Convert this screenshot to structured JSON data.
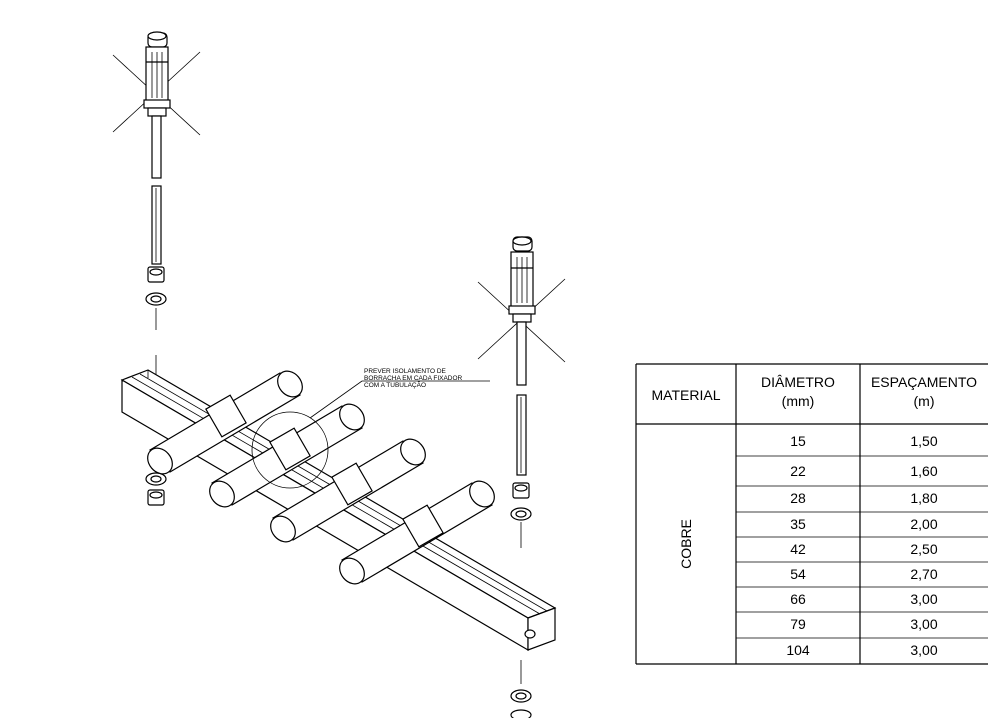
{
  "note": {
    "lines": [
      "PREVER ISOLAMENTO DE",
      "BORRACHA EM CADA FIXADOR",
      "COM A TUBULAÇÃO"
    ]
  },
  "table": {
    "headers": {
      "material": "MATERIAL",
      "diametro_line1": "DIÂMETRO",
      "diametro_line2": "(mm)",
      "espacamento_line1": "ESPAÇAMENTO",
      "espacamento_line2": "(m)"
    },
    "material": "COBRE",
    "rows": [
      {
        "diametro": "15",
        "espacamento": "1,50"
      },
      {
        "diametro": "22",
        "espacamento": "1,60"
      },
      {
        "diametro": "28",
        "espacamento": "1,80"
      },
      {
        "diametro": "35",
        "espacamento": "2,00"
      },
      {
        "diametro": "42",
        "espacamento": "2,50"
      },
      {
        "diametro": "54",
        "espacamento": "2,70"
      },
      {
        "diametro": "66",
        "espacamento": "3,00"
      },
      {
        "diametro": "79",
        "espacamento": "3,00"
      },
      {
        "diametro": "104",
        "espacamento": "3,00"
      }
    ]
  }
}
